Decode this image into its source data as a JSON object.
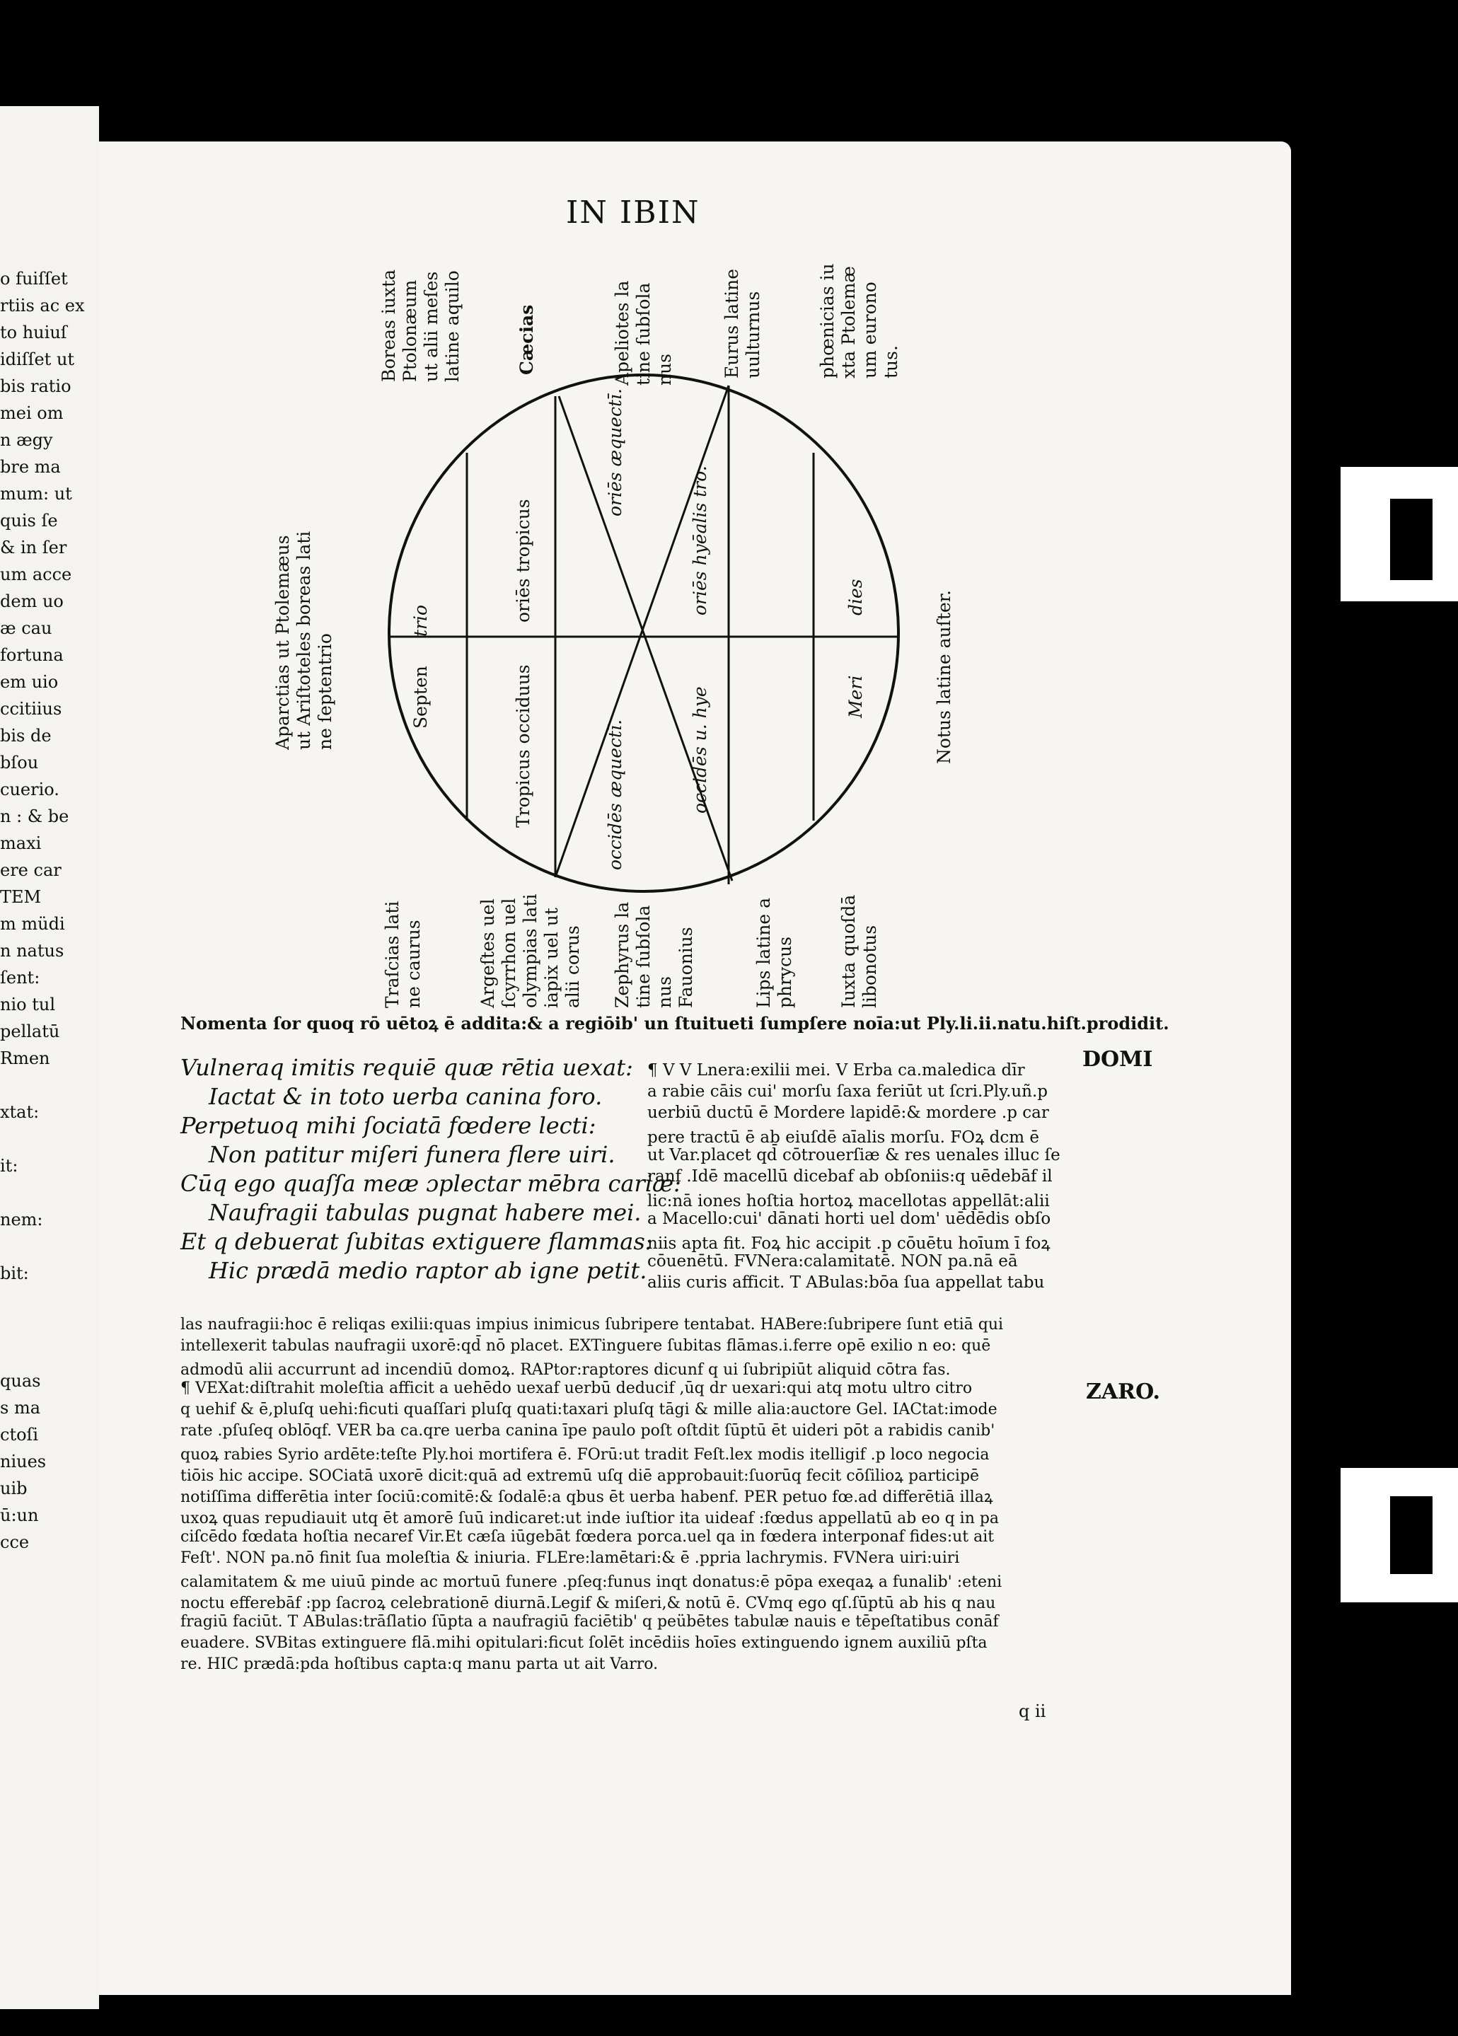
{
  "page": {
    "title": "IN IBIN",
    "signature": "q ii",
    "side_notes": [
      "DOMI",
      "ZARO."
    ]
  },
  "left_fragment": [
    "o fuiſſet",
    "rtiis ac ex",
    "to huiuſ",
    "idiſſet ut",
    "bis ratio",
    "mei om",
    "n ægy",
    "bre ma",
    "mum: ut",
    "quis ſe",
    "& in ſer",
    "um acce",
    "dem uo",
    "æ cau",
    "fortuna",
    "em uio",
    "ccitiius",
    "bis de",
    "bſou",
    "cuerio.",
    "n : & be",
    "maxi",
    "ere car",
    "TEM",
    "m müdi",
    "n natus",
    "ſent:",
    "nio tul",
    "pellatū",
    "Rmen",
    "",
    "xtat:",
    "",
    "it:",
    "",
    "nem:",
    "",
    "bit:",
    "",
    "",
    "",
    "quas",
    "s ma",
    "ctoſi",
    "niues",
    "uib",
    "ū:un",
    "cce"
  ],
  "diagram": {
    "labels_top": [
      [
        "Boreas iuxta",
        "Ptolonæum",
        "ut alii meſes",
        "latine aquilo"
      ],
      [
        "Cæcias"
      ],
      [
        "Apeliotes la",
        "tine ſubſola",
        "nus"
      ],
      [
        "Eurus latine",
        "uulturnus"
      ],
      [
        "phœnicias iu",
        "xta Ptolemæ",
        "um eurono",
        "tus."
      ]
    ],
    "labels_bottom": [
      [
        "Traſcias lati",
        "ne caurus"
      ],
      [
        "Argeſtes uel",
        "ſcyrrhon uel",
        "olympias lati",
        "iapix uel ut",
        "alii corus"
      ],
      [
        "Zephyrus la",
        "tine ſubſola",
        "nus",
        "Fauonius"
      ],
      [
        "Lips latine a",
        "phrycus"
      ],
      [
        "Iuxta quoſdā",
        "libonotus"
      ]
    ],
    "label_left": [
      "Aparctias ut Ptolemæus",
      "ut Ariſtoteles boreas lati",
      "ne ſeptentrio"
    ],
    "label_right": [
      "Notus latine auſter."
    ],
    "inner": {
      "septen": "Septen",
      "trio": "trio",
      "tropicus_occiduus": "Tropicus occiduus",
      "oriens_tropicus": "oriēs tropicus",
      "oriens_aequinoctii": "oriēs æquectī.",
      "oriens_hyemalis": "oriēs hyēalis tro.",
      "occidens_aequinoctii": "occidēs æquectī.",
      "occidens_hyemalis": "occidēs u. hye",
      "meri": "Meri",
      "dies": "dies"
    }
  },
  "caption": "Nomenta ſor quoq rō uētoꝝ ē addita:& a regiōib' un ſtuitueti ſumpſere noīa:ut Ply.li.ii.natu.hiſt.prodidit.",
  "verses": [
    "Vulneraq imitis requiē quæ rētia uexat:",
    "Iactat & in toto uerba canina foro.",
    "Perpetuoq mihi ſociatā fœdere lecti:",
    "Non patitur miſeri funera flere uiri.",
    "Cūq ego quaſſa meæ ɔplectar mēbra cariæ:",
    "Naufragii tabulas pugnat habere mei.",
    "Et q debuerat ſubitas extiguere flammas:",
    "Hic prædā medio raptor ab igne petit."
  ],
  "commentary_right": [
    "¶ V V Lnera:exilii mei. V Erba ca.maledica dīr",
    "a rabie cāis cui' morſu ſaxa feriūt ut ſcri.Ply.uñ.p",
    "uerbiū ductū ē Mordere lapidē:& mordere .p car",
    "pere tractū ē ab eiuſdē aīalis morſu. FOꝝ dcm ē",
    "ut Var.placet qd̄ cōtrouerſiæ & res uenales illuc ſe",
    "ranf .Idē macellū dicebaf ab obſoniis:q uēdebāf il",
    "lic:nā iones hoſtia hortoꝝ macellotas appellāt:alii",
    "a Macello:cui' dānati horti uel dom' uēdēdis obſo",
    "niis apta fit. Foꝝ hic accipit .p cōuētu hoīum ī foꝝ",
    "cōuenētū. FVNera:calamitatē. NON pa.nā eā",
    "aliis curis afficit. T ABulas:bōa ſua appellat tabu"
  ],
  "commentary_full": [
    "las naufragii:hoc ē reliqas exilii:quas impius inimicus ſubripere tentabat. HABere:ſubripere ſunt etiā qui",
    "intellexerit tabulas naufragii uxorē:qd̄ nō placet. EXTinguere ſubitas flāmas.i.ferre opē exilio n eo: quē",
    "admodū alii accurrunt ad incendiū domoꝝ. RAPtor:raptores dicunf q ui ſubripiūt aliquid cōtra fas.",
    "¶ VEXat:diſtrahit moleſtia afficit a uehēdo uexaf uerbū deducif ,ūq dr uexari:qui atq motu ultro citro",
    "q uehif & ē,pluſq uehi:ficuti quaſſari pluſq quati:taxari pluſq tāgi & mille alia:auctore Gel. IACtat:imode",
    "rate .pſuſeq oblōqf. VER ba ca.qre uerba canina īpe paulo poſt oſtdit ſūptū ēt uideri pōt a rabidis canib'",
    "quoꝝ rabies Syrio ardēte:teſte Ply.hoi mortifera ē. FOrū:ut tradit Feſt.lex modis itelligif .p loco negocia",
    "tiōis hic accipe. SOCiatā uxorē dicit:quā ad extremū uſq diē approbauit:ſuorūq fecit cōſilioꝝ participē",
    "notiſſima differētia inter ſociū:comitē:& ſodalē:a qbus ēt uerba habenf. PER petuo fœ.ad differētiā illaꝝ",
    "uxoꝝ quas repudiauit utq ēt amorē ſuū indicaret:ut inde iuſtior ita uideaf :fœdus appellatū ab eo q in pa",
    "ciſcēdo fœdata hoſtia necaref Vir.Et cæſa iūgebāt fœdera porca.uel qa in fœdera interponaf fides:ut ait",
    "Feſt'. NON pa.nō finit ſua moleſtia & iniuria. FLEre:lamētari:& ē .ppria lachrymis. FVNera uiri:uiri",
    "calamitatem & me uiuū pinde ac mortuū funere .pſeq:funus inqt donatus:ē pōpa exeqaꝝ a funalib' :eteni",
    "noctu efferebāf :pp ſacroꝝ celebrationē diurnā.Legif & miſeri,& notū ē. CVmq ego qſ.ſūptū ab his q nau",
    "fragiū faciūt. T ABulas:trāſlatio ſūpta a naufragiū faciētib' q peübētes tabulæ nauis e tēpeſtatibus conāf",
    "euadere. SVBitas extinguere flā.mihi opitulari:ficut ſolēt incēdiis hoīes extinguendo ignem auxiliū pſta",
    "re. HIC prædā:pda hoſtibus capta:q manu parta ut ait Varro."
  ]
}
